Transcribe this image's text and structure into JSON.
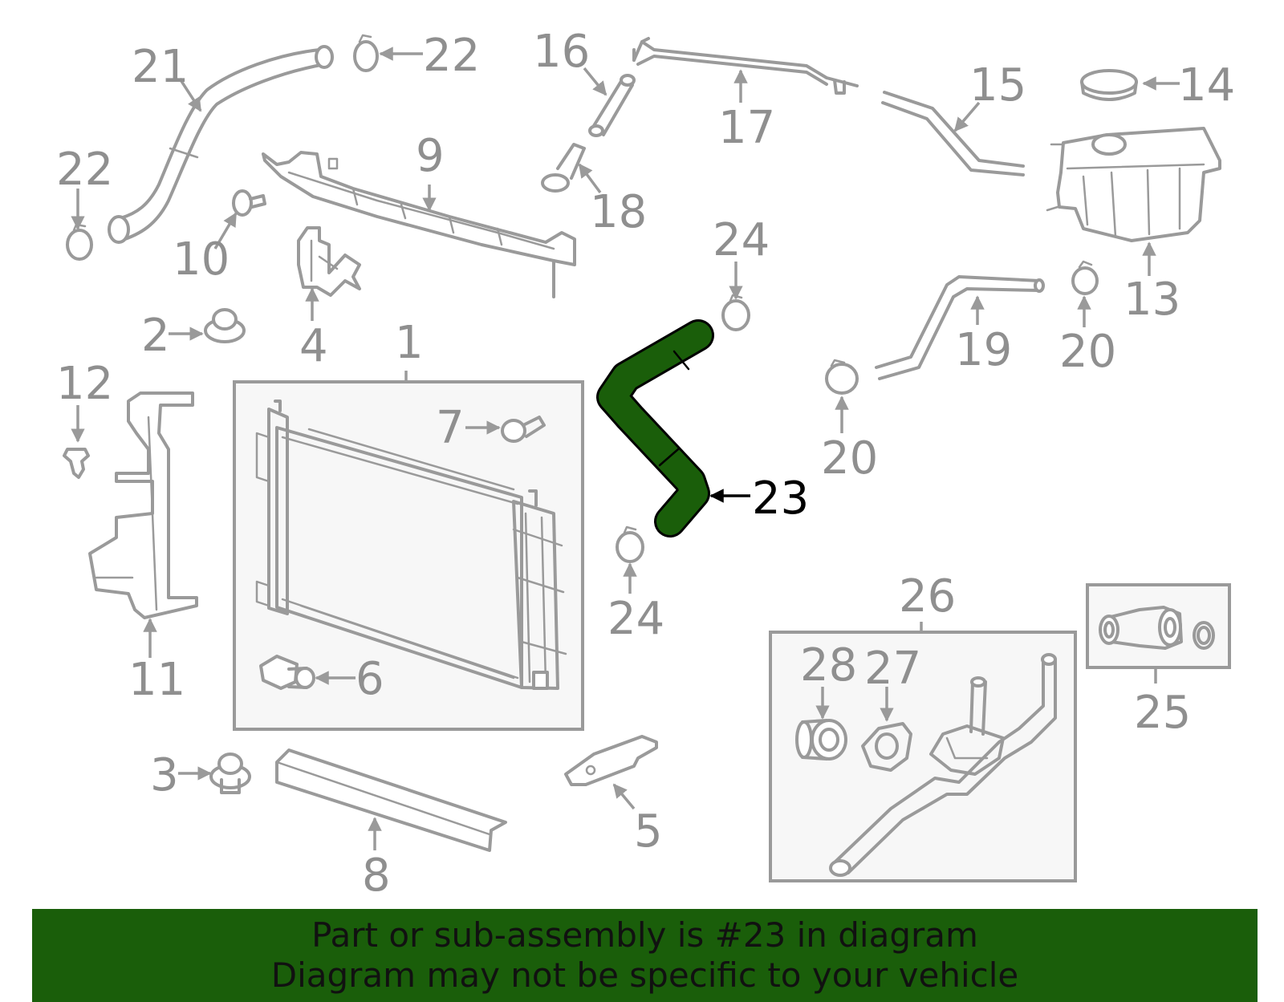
{
  "diagram": {
    "highlight_color": "#1a5e0a",
    "outline_color": "#9a9a9a",
    "highlighted_part": "23",
    "callouts": {
      "c1": "1",
      "c2": "2",
      "c3": "3",
      "c4": "4",
      "c5": "5",
      "c6": "6",
      "c7": "7",
      "c8": "8",
      "c9": "9",
      "c10": "10",
      "c11": "11",
      "c12": "12",
      "c13": "13",
      "c14": "14",
      "c15": "15",
      "c16": "16",
      "c17": "17",
      "c18": "18",
      "c19": "19",
      "c20a": "20",
      "c20b": "20",
      "c21": "21",
      "c22a": "22",
      "c22b": "22",
      "c23": "23",
      "c24a": "24",
      "c24b": "24",
      "c25": "25",
      "c26": "26",
      "c27": "27",
      "c28": "28"
    }
  },
  "banner": {
    "background": "#1a5e0a",
    "line1": "Part or sub-assembly is #23 in diagram",
    "line2": "Diagram may not be specific to your vehicle"
  }
}
